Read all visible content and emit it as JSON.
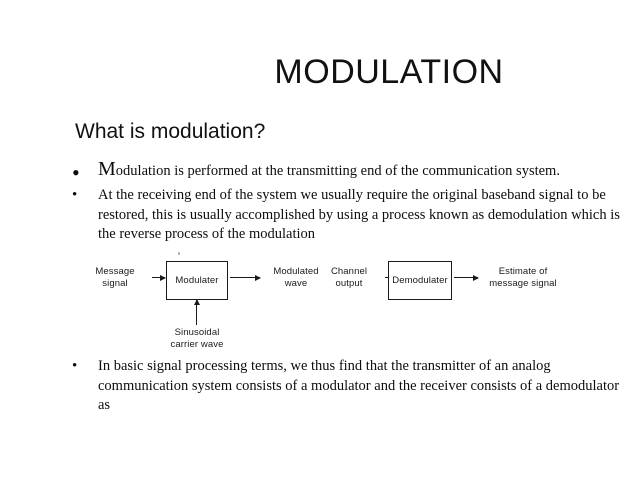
{
  "slide": {
    "title": "MODULATION",
    "heading": "What is modulation?",
    "bullets": [
      {
        "marker": "•",
        "dropcap": "M",
        "rest": "odulation is performed at the transmitting end of the communication system."
      },
      {
        "marker": "•",
        "text": "At the receiving end of the system we usually require the original baseband signal to  be restored, this is usually accomplished by using a process known as demodulation  which is the reverse process of the modulation"
      },
      {
        "marker": "•",
        "text": "In basic signal processing terms, we thus find that the transmitter of an analog  communication system consists of a modulator and the receiver consists of a  demodulator as"
      }
    ],
    "diagram": {
      "message_signal_label": "Message\nsignal",
      "modulator_box": "Modulater",
      "modulated_wave_label": "Modulated\nwave",
      "carrier_label": "Sinusoidal\ncarrier wave",
      "channel_output_label": "Channel\noutput",
      "demodulator_box": "Demodulater",
      "estimate_label": "Estimate of\nmessage signal"
    }
  },
  "colors": {
    "background": "#ffffff",
    "text": "#111111",
    "body_text": "#0d0d0d",
    "diagram_line": "#1a1a1a"
  }
}
